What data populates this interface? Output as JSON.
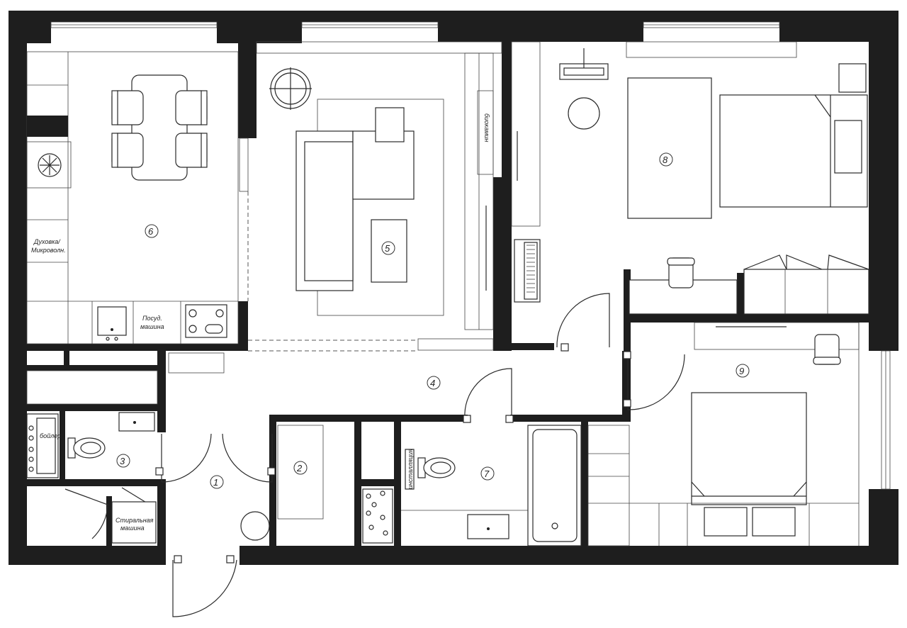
{
  "rooms": [
    {
      "id": "1",
      "number": "1"
    },
    {
      "id": "2",
      "number": "2"
    },
    {
      "id": "3",
      "number": "3"
    },
    {
      "id": "4",
      "number": "4"
    },
    {
      "id": "5",
      "number": "5"
    },
    {
      "id": "6",
      "number": "6"
    },
    {
      "id": "7",
      "number": "7"
    },
    {
      "id": "8",
      "number": "8"
    },
    {
      "id": "9",
      "number": "9"
    }
  ],
  "labels": {
    "oven_line1": "Духовка/",
    "oven_line2": "Микроволн.",
    "dishwasher_line1": "Посуд.",
    "dishwasher_line2": "машина",
    "boiler": "бойлер",
    "washer_line1": "Стиральная",
    "washer_line2": "машина",
    "installation": "инсталляция",
    "biofireplace": "биокамин"
  },
  "colors": {
    "wall": "#1e1e1e",
    "line": "#2a2a2a",
    "background": "#ffffff"
  }
}
